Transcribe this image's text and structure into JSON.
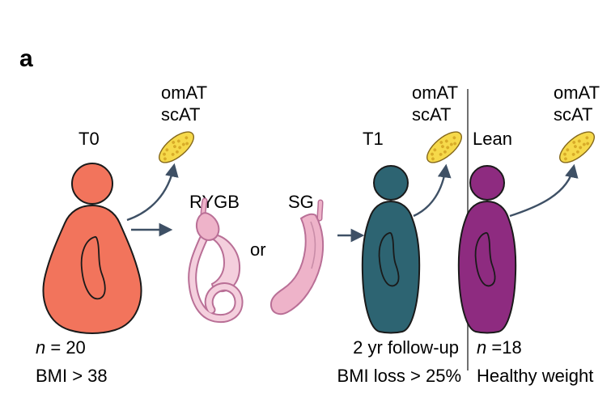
{
  "panel_label": "a",
  "timepoints": {
    "t0": "T0",
    "t1": "T1",
    "lean": "Lean"
  },
  "tissue_labels": {
    "left": {
      "line1": "omAT",
      "line2": "scAT"
    },
    "middle": {
      "line1": "omAT",
      "line2": "scAT"
    },
    "right": {
      "line1": "omAT",
      "line2": "scAT"
    }
  },
  "interventions": {
    "rygb": "RYGB",
    "conjunction": "or",
    "sg": "SG"
  },
  "annotations": {
    "baseline": {
      "n_prefix": "n",
      "n_rest": " = 20",
      "criterion": "BMI > 38"
    },
    "followup": {
      "line1": "2 yr follow-up",
      "line2": "BMI loss > 25%"
    },
    "lean": {
      "n_prefix": "n",
      "n_rest": " =18",
      "criterion": "Healthy weight"
    }
  },
  "colors": {
    "obese_person": "#f2745c",
    "t1_person": "#2d6472",
    "lean_person": "#8e2b80",
    "adipose_fill": "#f6d94a",
    "adipose_dots": "#d8ab28",
    "stomach_pink": "#eeb3c9",
    "stomach_pink_light": "#f4cfdd",
    "stomach_outline": "#b96f96",
    "arrow": "#3e5065",
    "divider": "#4d4d4d"
  }
}
